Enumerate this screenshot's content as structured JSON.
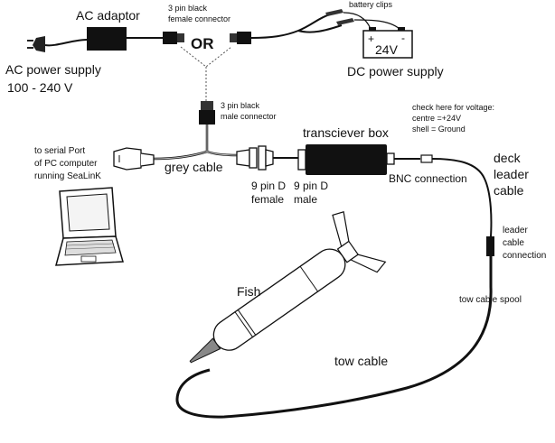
{
  "labels": {
    "ac_adaptor": "AC adaptor",
    "ac_power_line1": "AC power supply",
    "ac_power_line2": "100 - 240 V",
    "female_conn_line1": "3 pin black",
    "female_conn_line2": "female connector",
    "or": "OR",
    "battery_clips": "battery clips",
    "battery_voltage": "24V",
    "battery_plus": "+",
    "battery_minus": "-",
    "dc_power": "DC power supply",
    "male_conn_line1": "3 pin black",
    "male_conn_line2": "male connector",
    "transceiver_box": "transciever box",
    "voltage_check_line1": "check here for voltage:",
    "voltage_check_line2": "centre =+24V",
    "voltage_check_line3": "shell = Ground",
    "serial_line1": "to serial Port",
    "serial_line2": "of PC computer",
    "serial_line3": "running SeaLinK",
    "grey_cable": "grey cable",
    "pin9_female_line1": "9 pin D",
    "pin9_female_line2": "female",
    "pin9_male_line1": "9 pin D",
    "pin9_male_line2": "male",
    "bnc_connection": "BNC connection",
    "deck_leader_line1": "deck",
    "deck_leader_line2": "leader",
    "deck_leader_line3": "cable",
    "leader_conn_line1": "leader",
    "leader_conn_line2": "cable",
    "leader_conn_line3": "connection",
    "fish": "Fish",
    "tow_cable_spool": "tow cable spool",
    "tow_cable": "tow cable"
  }
}
